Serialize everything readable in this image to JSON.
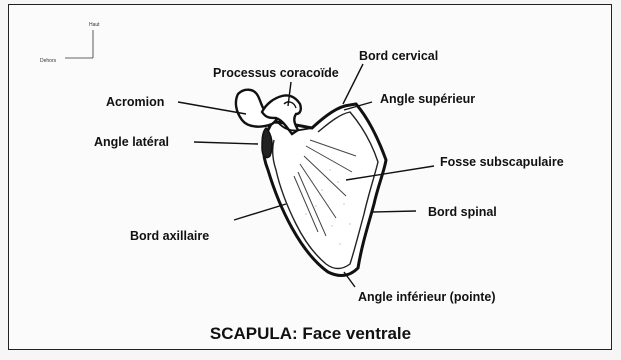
{
  "orientation": {
    "up": "Haut",
    "out": "Dehors"
  },
  "labels": {
    "processus_coracoide": "Processus coracoïde",
    "bord_cervical": "Bord cervical",
    "acromion": "Acromion",
    "angle_superieur": "Angle supérieur",
    "angle_lateral": "Angle latéral",
    "fosse_subscapulaire": "Fosse subscapulaire",
    "bord_spinal": "Bord spinal",
    "bord_axillaire": "Bord axillaire",
    "angle_inferieur": "Angle inférieur (pointe)"
  },
  "title": "SCAPULA: Face ventrale"
}
